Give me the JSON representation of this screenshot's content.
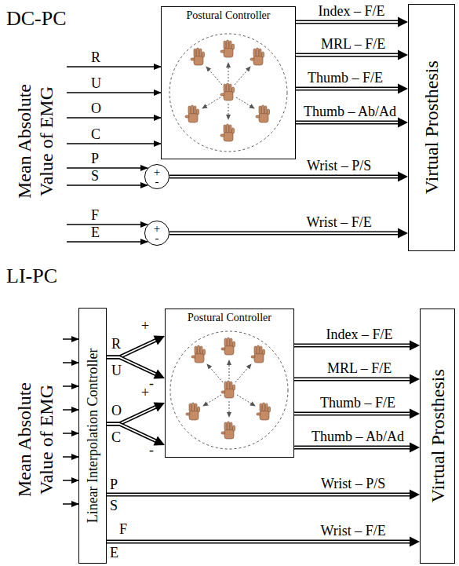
{
  "diagram": {
    "nodes": [
      {
        "text": [
          "Postural Controller"
        ]
      },
      {
        "text": [
          "+",
          "-"
        ]
      },
      {
        "text": [
          "+",
          "-"
        ]
      },
      {
        "text": [
          "Virtual Prosthesis"
        ]
      },
      {
        "text": [
          "Linear Interpolation Controller"
        ]
      },
      {
        "text": [
          "Postural Controller"
        ]
      },
      {
        "text": [
          "Virtual Prosthesis"
        ]
      }
    ],
    "edges": [
      {
        "from": 0,
        "to": 3,
        "arrow": "to",
        "label": "Index – F/E"
      },
      {
        "from": 0,
        "to": 3,
        "arrow": "to",
        "label": "MRL – F/E"
      },
      {
        "from": 0,
        "to": 3,
        "arrow": "to",
        "label": "Thumb – F/E"
      },
      {
        "from": 0,
        "to": 3,
        "arrow": "to",
        "label": "Thumb – Ab/Ad"
      },
      {
        "from": 1,
        "to": 3,
        "arrow": "to",
        "label": "Wrist – P/S"
      },
      {
        "from": 2,
        "to": 3,
        "arrow": "to",
        "label": "Wrist – F/E"
      },
      {
        "from": 4,
        "to": 5,
        "arrow": "to"
      },
      {
        "from": 4,
        "to": 5,
        "arrow": "to"
      },
      {
        "from": 4,
        "to": 5,
        "arrow": "to"
      },
      {
        "from": 4,
        "to": 5,
        "arrow": "to"
      },
      {
        "from": 5,
        "to": 6,
        "arrow": "to",
        "label": "Index – F/E"
      },
      {
        "from": 5,
        "to": 6,
        "arrow": "to",
        "label": "MRL – F/E"
      },
      {
        "from": 5,
        "to": 6,
        "arrow": "to",
        "label": "Thumb – F/E"
      },
      {
        "from": 5,
        "to": 6,
        "arrow": "to",
        "label": "Thumb – Ab/Ad"
      },
      {
        "from": 4,
        "to": 6,
        "arrow": "to",
        "label": "Wrist – P/S"
      },
      {
        "from": 4,
        "to": 6,
        "arrow": "to",
        "label": "Wrist – F/E"
      }
    ],
    "labels": [
      "DC-PC",
      "Mean Absolute Value of EMG",
      "R",
      "U",
      "O",
      "C",
      "P",
      "S",
      "F",
      "E",
      "LI-PC",
      "Mean Absolute Value of EMG",
      "R",
      "+",
      "U",
      "-",
      "O",
      "+",
      "C",
      "-",
      "P",
      "S",
      "F",
      "E"
    ]
  }
}
